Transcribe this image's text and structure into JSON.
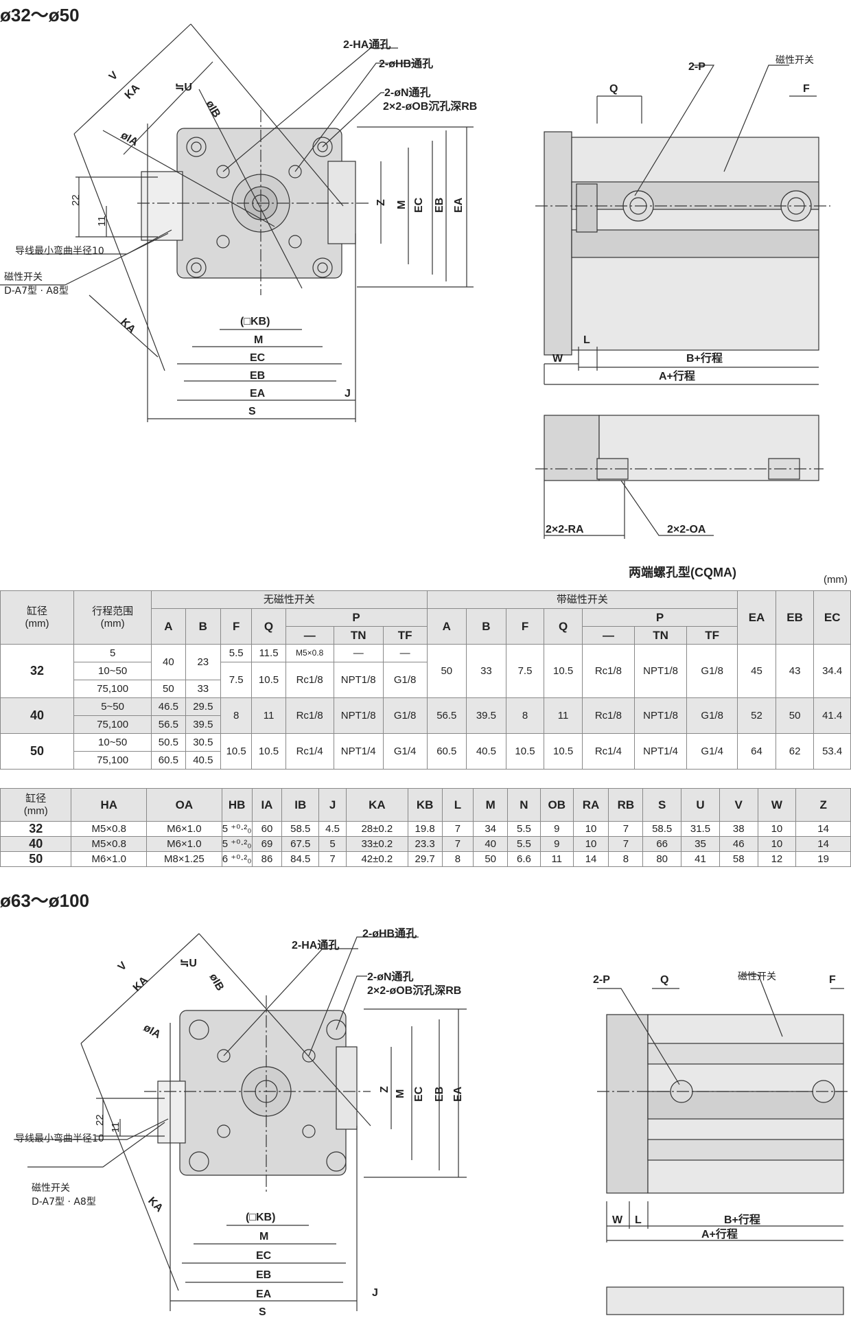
{
  "sections": {
    "top": "ø32～ø50",
    "bottom": "ø63～ø100"
  },
  "dims_top": {
    "ha_hole": "2-HA通孔",
    "hb_hole": "2-øHB通孔",
    "n_hole": "2-øN通孔",
    "ob_hole": "2×2-øOB沉孔深RB",
    "mag_switch_top": "磁性开关",
    "two_p": "2-P",
    "q": "Q",
    "f": "F",
    "v": "V",
    "ka": "KA",
    "u": "≒U",
    "ib": "øIB",
    "ia": "øIA",
    "d22": "22",
    "d11": "11",
    "lead_radius": "导线最小弯曲半径10",
    "mag_switch": "磁性开关",
    "switch_model": "D-A7型 · A8型",
    "z": "Z",
    "m": "M",
    "ec": "EC",
    "eb": "EB",
    "ea": "EA",
    "kb": "(□KB)",
    "j": "J",
    "s": "S",
    "l": "L",
    "w": "W",
    "b_stroke": "B+行程",
    "a_stroke": "A+行程",
    "ra": "2×2-RA",
    "oa": "2×2-OA"
  },
  "model_caption": "两端螺孔型(CQMA)",
  "unit": "(mm)",
  "table1": {
    "h_bore": "缸径\n(mm)",
    "h_stroke": "行程范围\n(mm)",
    "h_nomag": "无磁性开关",
    "h_mag": "带磁性开关",
    "h_A": "A",
    "h_B": "B",
    "h_F": "F",
    "h_Q": "Q",
    "h_P": "P",
    "h_dash": "—",
    "h_TN": "TN",
    "h_TF": "TF",
    "h_EA": "EA",
    "h_EB": "EB",
    "h_EC": "EC",
    "r32": {
      "bore": "32",
      "s1": "5",
      "s2": "10~50",
      "s3": "75,100",
      "A1": "40",
      "B1": "23",
      "A3": "50",
      "B3": "33",
      "F1": "5.5",
      "Q1": "11.5",
      "P1": "M5×0.8",
      "TN1": "—",
      "TF1": "—",
      "F2": "7.5",
      "Q2": "10.5",
      "P2": "Rc1/8",
      "TN2": "NPT1/8",
      "TF2": "G1/8",
      "mA": "50",
      "mB": "33",
      "mF": "7.5",
      "mQ": "10.5",
      "mP": "Rc1/8",
      "mTN": "NPT1/8",
      "mTF": "G1/8",
      "EA": "45",
      "EB": "43",
      "EC": "34.4"
    },
    "r40": {
      "bore": "40",
      "s1": "5~50",
      "s2": "75,100",
      "A1": "46.5",
      "B1": "29.5",
      "A2": "56.5",
      "B2": "39.5",
      "F": "8",
      "Q": "11",
      "P": "Rc1/8",
      "TN": "NPT1/8",
      "TF": "G1/8",
      "mA": "56.5",
      "mB": "39.5",
      "mF": "8",
      "mQ": "11",
      "mP": "Rc1/8",
      "mTN": "NPT1/8",
      "mTF": "G1/8",
      "EA": "52",
      "EB": "50",
      "EC": "41.4"
    },
    "r50": {
      "bore": "50",
      "s1": "10~50",
      "s2": "75,100",
      "A1": "50.5",
      "B1": "30.5",
      "A2": "60.5",
      "B2": "40.5",
      "F": "10.5",
      "Q": "10.5",
      "P": "Rc1/4",
      "TN": "NPT1/4",
      "TF": "G1/4",
      "mA": "60.5",
      "mB": "40.5",
      "mF": "10.5",
      "mQ": "10.5",
      "mP": "Rc1/4",
      "mTN": "NPT1/4",
      "mTF": "G1/4",
      "EA": "64",
      "EB": "62",
      "EC": "53.4"
    }
  },
  "table2": {
    "headers": [
      "缸径\n(mm)",
      "HA",
      "OA",
      "HB",
      "IA",
      "IB",
      "J",
      "KA",
      "KB",
      "L",
      "M",
      "N",
      "OB",
      "RA",
      "RB",
      "S",
      "U",
      "V",
      "W",
      "Z"
    ],
    "rows": [
      [
        "32",
        "M5×0.8",
        "M6×1.0",
        "5 ⁺⁰·²₀",
        "60",
        "58.5",
        "4.5",
        "28±0.2",
        "19.8",
        "7",
        "34",
        "5.5",
        "9",
        "10",
        "7",
        "58.5",
        "31.5",
        "38",
        "10",
        "14"
      ],
      [
        "40",
        "M5×0.8",
        "M6×1.0",
        "5 ⁺⁰·²₀",
        "69",
        "67.5",
        "5",
        "33±0.2",
        "23.3",
        "7",
        "40",
        "5.5",
        "9",
        "10",
        "7",
        "66",
        "35",
        "46",
        "10",
        "14"
      ],
      [
        "50",
        "M6×1.0",
        "M8×1.25",
        "6 ⁺⁰·²₀",
        "86",
        "84.5",
        "7",
        "42±0.2",
        "29.7",
        "8",
        "50",
        "6.6",
        "11",
        "14",
        "8",
        "80",
        "41",
        "58",
        "12",
        "19"
      ]
    ]
  },
  "dims_bottom": {
    "ha_hole": "2-HA通孔",
    "hb_hole": "2-øHB通孔",
    "n_hole": "2-øN通孔",
    "ob_hole": "2×2-øOB沉孔深RB",
    "two_p": "2-P",
    "q": "Q",
    "mag_switch_top": "磁性开关",
    "f": "F",
    "v": "V",
    "ka": "KA",
    "u": "≒U",
    "ib": "øIB",
    "ia": "øIA",
    "d22": "22",
    "d11": "11",
    "lead_radius": "导线最小弯曲半径10",
    "mag_switch": "磁性开关",
    "switch_model": "D-A7型 · A8型",
    "z": "Z",
    "m": "M",
    "ec": "EC",
    "eb": "EB",
    "ea": "EA",
    "kb": "(□KB)",
    "j": "J",
    "s": "S",
    "w": "W",
    "l": "L",
    "b_stroke": "B+行程",
    "a_stroke": "A+行程"
  }
}
